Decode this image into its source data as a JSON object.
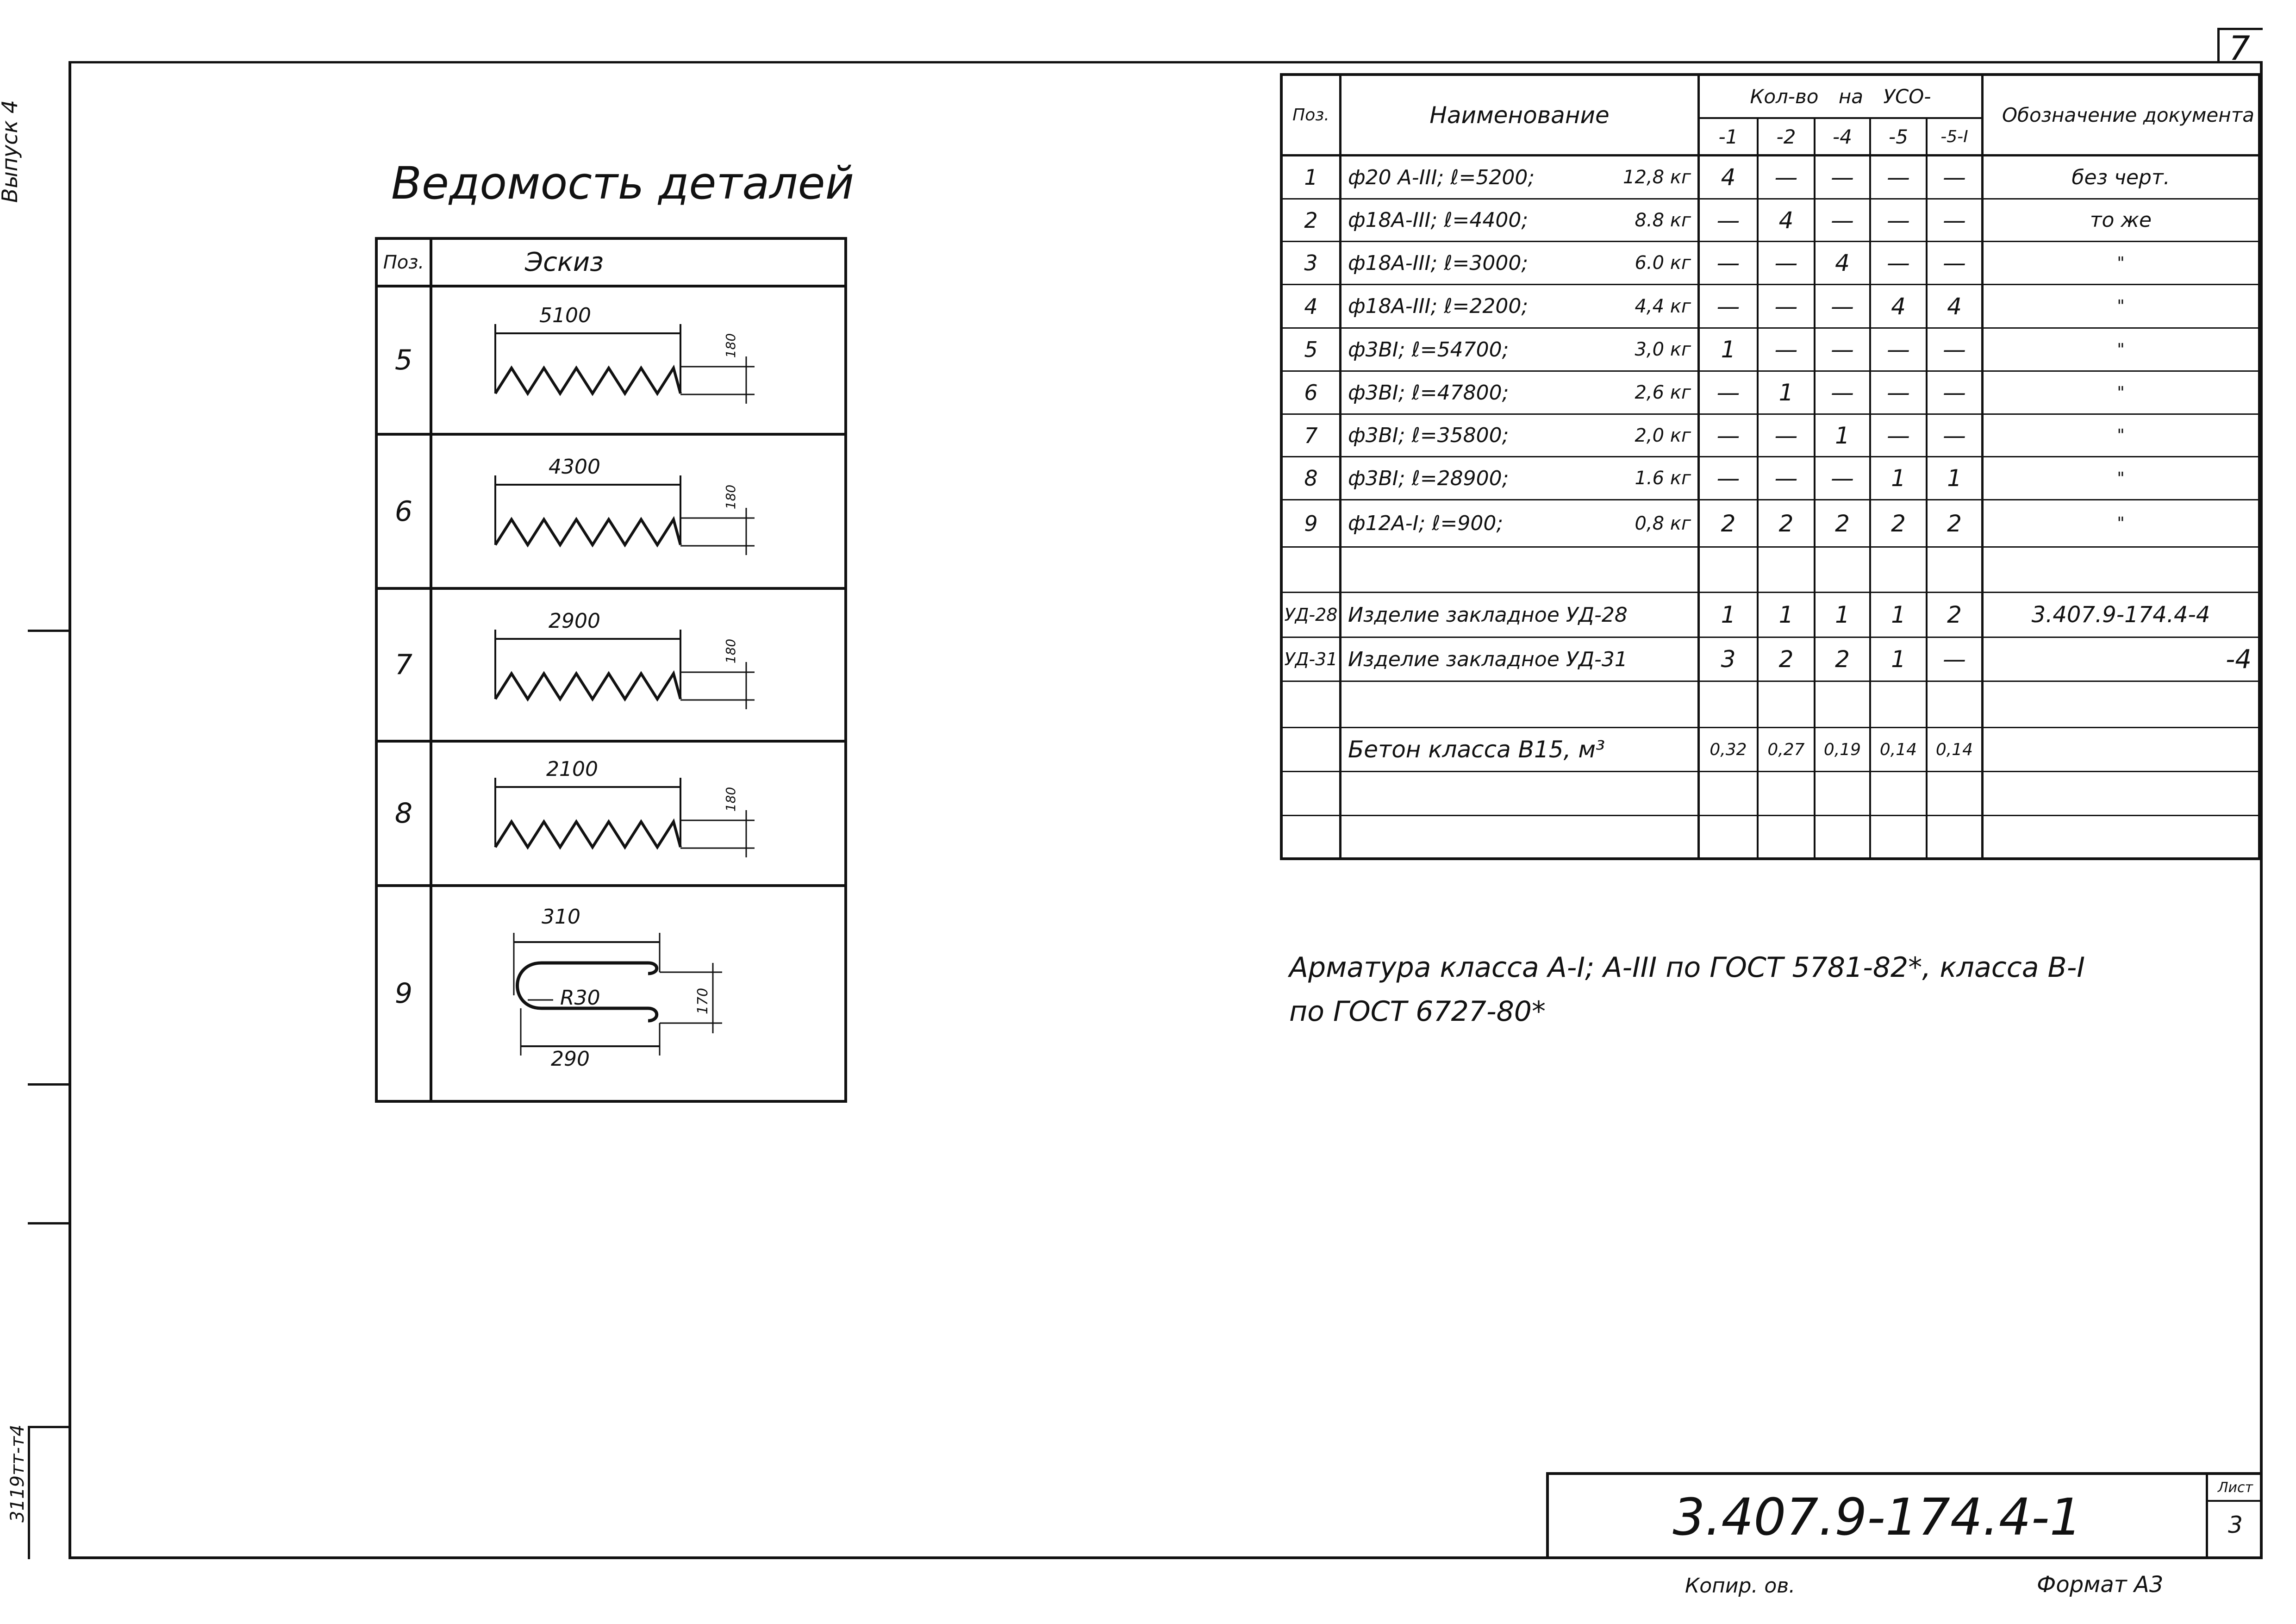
{
  "sheet_corner_number": "7",
  "left_margin": {
    "top_text": "Выпуск 4",
    "bottom_text": "3119тт-т4"
  },
  "details": {
    "title": "Ведомость деталей",
    "header": {
      "pos": "Поз.",
      "sketch": "Эскиз"
    },
    "rows": [
      {
        "pos": "5",
        "length": "5100",
        "height": "180"
      },
      {
        "pos": "6",
        "length": "4300",
        "height": "180"
      },
      {
        "pos": "7",
        "length": "2900",
        "height": "180"
      },
      {
        "pos": "8",
        "length": "2100",
        "height": "180"
      },
      {
        "pos": "9",
        "top": "310",
        "radius": "R30",
        "height": "170",
        "bottom": "290"
      }
    ]
  },
  "spec": {
    "header": {
      "pos": "Поз.",
      "name": "Наименование",
      "qty": "Кол-во на УСО-",
      "cols": [
        "-1",
        "-2",
        "-4",
        "-5",
        "-5-I"
      ],
      "doc": "Обозначение документа"
    },
    "rows": [
      {
        "pos": "1",
        "name": "ф20 А-III; ℓ=5200;",
        "mass": "12,8 кг",
        "q": [
          "4",
          "—",
          "—",
          "—",
          "—"
        ],
        "doc": "без черт."
      },
      {
        "pos": "2",
        "name": "ф18А-III; ℓ=4400;",
        "mass": "8.8 кг",
        "q": [
          "—",
          "4",
          "—",
          "—",
          "—"
        ],
        "doc": "то же"
      },
      {
        "pos": "3",
        "name": "ф18А-III; ℓ=3000;",
        "mass": "6.0 кг",
        "q": [
          "—",
          "—",
          "4",
          "—",
          "—"
        ],
        "doc": "\""
      },
      {
        "pos": "4",
        "name": "ф18А-III; ℓ=2200;",
        "mass": "4,4 кг",
        "q": [
          "—",
          "—",
          "—",
          "4",
          "4"
        ],
        "doc": "\""
      },
      {
        "pos": "5",
        "name": "ф3BI; ℓ=54700;",
        "mass": "3,0 кг",
        "q": [
          "1",
          "—",
          "—",
          "—",
          "—"
        ],
        "doc": "\""
      },
      {
        "pos": "6",
        "name": "ф3BI; ℓ=47800;",
        "mass": "2,6 кг",
        "q": [
          "—",
          "1",
          "—",
          "—",
          "—"
        ],
        "doc": "\""
      },
      {
        "pos": "7",
        "name": "ф3BI; ℓ=35800;",
        "mass": "2,0 кг",
        "q": [
          "—",
          "—",
          "1",
          "—",
          "—"
        ],
        "doc": "\""
      },
      {
        "pos": "8",
        "name": "ф3BI; ℓ=28900;",
        "mass": "1.6 кг",
        "q": [
          "—",
          "—",
          "—",
          "1",
          "1"
        ],
        "doc": "\""
      },
      {
        "pos": "9",
        "name": "ф12A-I; ℓ=900;",
        "mass": "0,8 кг",
        "q": [
          "2",
          "2",
          "2",
          "2",
          "2"
        ],
        "doc": "\""
      },
      {
        "pos": "",
        "name": "",
        "mass": "",
        "q": [
          "",
          "",
          "",
          "",
          ""
        ],
        "doc": ""
      },
      {
        "pos": "УД-28",
        "name": "Изделие закладное УД-28",
        "mass": "",
        "q": [
          "1",
          "1",
          "1",
          "1",
          "2"
        ],
        "doc": "3.407.9-174.4-4"
      },
      {
        "pos": "УД-31",
        "name": "Изделие закладное УД-31",
        "mass": "",
        "q": [
          "3",
          "2",
          "2",
          "1",
          "—"
        ],
        "doc": "-4"
      },
      {
        "pos": "",
        "name": "",
        "mass": "",
        "q": [
          "",
          "",
          "",
          "",
          ""
        ],
        "doc": ""
      },
      {
        "pos": "",
        "name": "Бетон класса В15, м³",
        "mass": "",
        "q": [
          "0,32",
          "0,27",
          "0,19",
          "0,14",
          "0,14"
        ],
        "doc": ""
      },
      {
        "pos": "",
        "name": "",
        "mass": "",
        "q": [
          "",
          "",
          "",
          "",
          ""
        ],
        "doc": ""
      },
      {
        "pos": "",
        "name": "",
        "mass": "",
        "q": [
          "",
          "",
          "",
          "",
          ""
        ],
        "doc": ""
      }
    ]
  },
  "note": {
    "line1": "Арматура класса А-I; А-III по ГОСТ 5781-82*, класса В-I",
    "line2": "по ГОСТ 6727-80*"
  },
  "title_block": {
    "code": "3.407.9-174.4-1",
    "sheet_label": "Лист",
    "sheet_number": "3"
  },
  "footer": {
    "copied": "Копир. ов.",
    "format": "Формат А3"
  }
}
